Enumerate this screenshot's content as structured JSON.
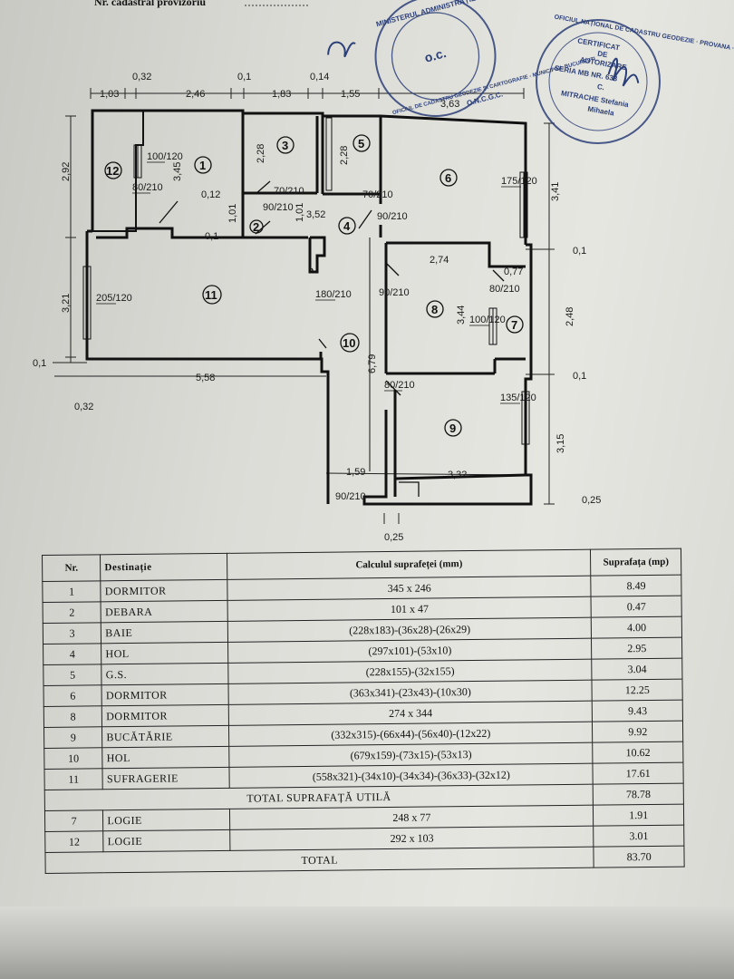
{
  "header": {
    "cadastral_label": "Nr. cadastral provizoriu"
  },
  "stamps": {
    "left": {
      "lines": [
        "MINISTERUL ADMINISTRAȚIEI ȘI INTERNELOR",
        "OFICIUL DE CADASTRU GEODEZIE ȘI CARTOGRAFIE - MUNICIPIUL BUCUREȘTI",
        "O.N.C.G.C."
      ],
      "center": "o.c."
    },
    "right": {
      "ring": "OFICIUL NAȚIONAL DE CADASTRU GEODEZIE · PROVANA ·",
      "lines": [
        "CERTIFICAT",
        "DE",
        "AUTORIZARE",
        "SERIA MB NR. 633",
        "C.",
        "MITRACHE Stefania",
        "Mihaela"
      ]
    }
  },
  "plan": {
    "dims_top": [
      "1,03",
      "0,32",
      "2,46",
      "0,1",
      "1,83",
      "0,14",
      "1,55",
      "3,63"
    ],
    "dims_left": [
      "2,92",
      "3,21",
      "0,1",
      "0,32"
    ],
    "dims_right": [
      "3,41",
      "0,1",
      "2,48",
      "0,1",
      "3,15",
      "0,25"
    ],
    "dims_bottom": [
      "5,58",
      "1,59",
      "3,32",
      "0,25"
    ],
    "dims_interior": [
      "3,45",
      "2,28",
      "2,28",
      "0,12",
      "1,01",
      "0,1",
      "3,52",
      "1,01",
      "2,74",
      "0,77",
      "3,44",
      "6,79"
    ],
    "openings": [
      "100/120",
      "80/210",
      "70/210",
      "90/210",
      "70/210",
      "90/210",
      "175/120",
      "205/120",
      "180/210",
      "90/210",
      "80/210",
      "100/120",
      "80/210",
      "135/120",
      "90/210"
    ],
    "rooms": [
      "1",
      "2",
      "3",
      "4",
      "5",
      "6",
      "7",
      "8",
      "9",
      "10",
      "11",
      "12"
    ]
  },
  "table": {
    "headers": {
      "nr": "Nr.",
      "dest": "Destinație",
      "calc": "Calculul suprafeței (mm)",
      "sup": "Suprafața (mp)"
    },
    "rows": [
      {
        "nr": "1",
        "dest": "DORMITOR",
        "calc": "345 x 246",
        "sup": "8.49"
      },
      {
        "nr": "2",
        "dest": "DEBARA",
        "calc": "101 x 47",
        "sup": "0.47"
      },
      {
        "nr": "3",
        "dest": "BAIE",
        "calc": "(228x183)-(36x28)-(26x29)",
        "sup": "4.00"
      },
      {
        "nr": "4",
        "dest": "HOL",
        "calc": "(297x101)-(53x10)",
        "sup": "2.95"
      },
      {
        "nr": "5",
        "dest": "G.S.",
        "calc": "(228x155)-(32x155)",
        "sup": "3.04"
      },
      {
        "nr": "6",
        "dest": "DORMITOR",
        "calc": "(363x341)-(23x43)-(10x30)",
        "sup": "12.25"
      },
      {
        "nr": "8",
        "dest": "DORMITOR",
        "calc": "274 x 344",
        "sup": "9.43"
      },
      {
        "nr": "9",
        "dest": "BUCĂTĂRIE",
        "calc": "(332x315)-(66x44)-(56x40)-(12x22)",
        "sup": "9.92"
      },
      {
        "nr": "10",
        "dest": "HOL",
        "calc": "(679x159)-(73x15)-(53x13)",
        "sup": "10.62"
      },
      {
        "nr": "11",
        "dest": "SUFRAGERIE",
        "calc": "(558x321)-(34x10)-(34x34)-(36x33)-(32x12)",
        "sup": "17.61"
      }
    ],
    "total_util_label": "TOTAL SUPRAFAȚĂ UTILĂ",
    "total_util_value": "78.78",
    "logie_rows": [
      {
        "nr": "7",
        "dest": "LOGIE",
        "calc": "248 x 77",
        "sup": "1.91"
      },
      {
        "nr": "12",
        "dest": "LOGIE",
        "calc": "292 x 103",
        "sup": "3.01"
      }
    ],
    "total_label": "TOTAL",
    "total_value": "83.70"
  },
  "colors": {
    "paper": "#dcdcd7",
    "ink": "#111111",
    "stamp": "#2b3f78"
  }
}
